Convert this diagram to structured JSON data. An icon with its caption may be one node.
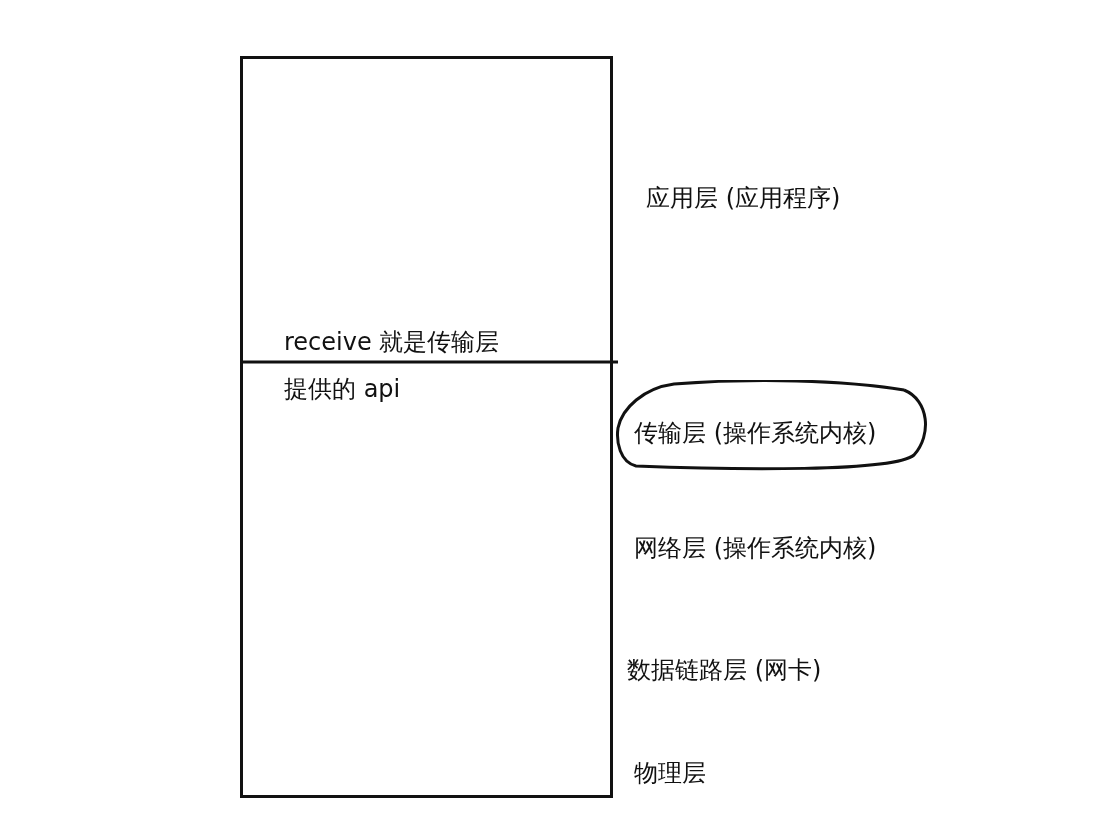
{
  "diagram": {
    "nodes": [
      {
        "text": [
          "receive 就是传输层提供的 api"
        ]
      },
      {
        "text": [
          "传输层 (操作系统内核)"
        ]
      }
    ],
    "labels": [
      "应用层 (应用程序)",
      "网络层 (操作系统内核)",
      "数据链路层 (网卡)",
      "物理层"
    ]
  }
}
